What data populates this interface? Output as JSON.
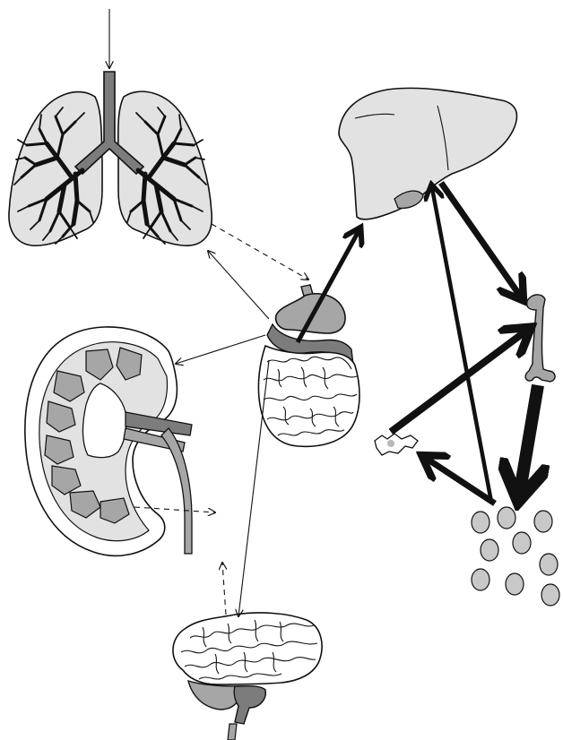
{
  "colors": {
    "background": "#ffffff",
    "organ_light": "#e2e2e2",
    "organ_mid": "#a6a6a6",
    "organ_dark": "#7c7c7c",
    "outline": "#111111",
    "arrow": "#111111"
  },
  "organs": [
    {
      "id": "lungs",
      "icon": "lungs-icon"
    },
    {
      "id": "liver",
      "icon": "liver-icon"
    },
    {
      "id": "stomach-intestine",
      "icon": "digestive-tract-icon"
    },
    {
      "id": "kidney",
      "icon": "kidney-icon"
    },
    {
      "id": "bone",
      "icon": "bone-icon"
    },
    {
      "id": "cell",
      "icon": "cell-icon"
    },
    {
      "id": "blood-cells",
      "icon": "blood-cells-icon"
    },
    {
      "id": "brain",
      "icon": "brain-icon"
    }
  ],
  "flows": [
    {
      "id": "inhalation-to-lungs",
      "style": "thin"
    },
    {
      "id": "lungs-to-gut",
      "style": "dashed"
    },
    {
      "id": "gut-to-lungs",
      "style": "thin"
    },
    {
      "id": "gut-to-liver",
      "style": "thick"
    },
    {
      "id": "gut-to-kidney",
      "style": "thin"
    },
    {
      "id": "gut-to-brain",
      "style": "thin"
    },
    {
      "id": "kidney-excretion",
      "style": "dashed"
    },
    {
      "id": "brain-efflux",
      "style": "dashed"
    },
    {
      "id": "liver-to-bone",
      "style": "thick"
    },
    {
      "id": "cell-to-bone",
      "style": "thick"
    },
    {
      "id": "bone-to-blood",
      "style": "very-thick"
    },
    {
      "id": "blood-to-liver",
      "style": "thick"
    },
    {
      "id": "blood-to-cell",
      "style": "thick"
    }
  ]
}
